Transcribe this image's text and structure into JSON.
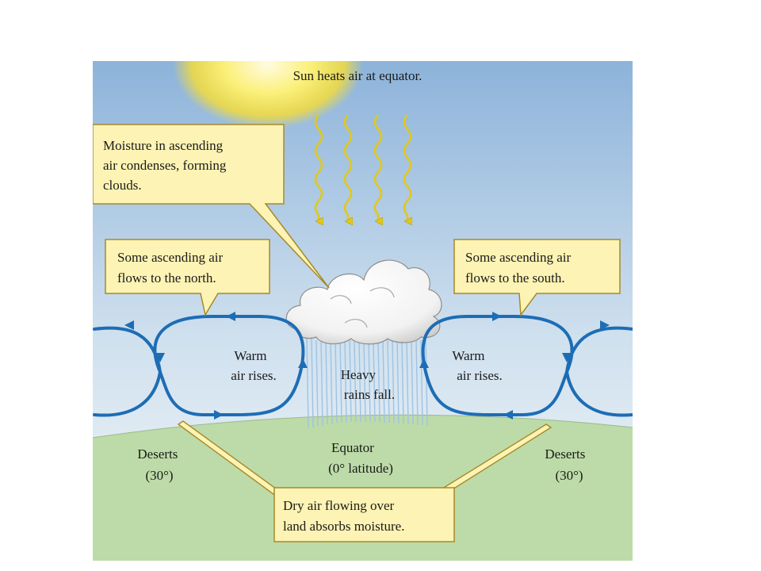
{
  "diagram": {
    "sun_label": "Sun heats air at equator.",
    "callouts": {
      "clouds": [
        "Moisture in ascending",
        "air condenses, forming",
        "clouds."
      ],
      "north": [
        "Some ascending air",
        "flows to the north."
      ],
      "south": [
        "Some ascending air",
        "flows to the south."
      ],
      "dry_air": [
        "Dry air flowing over",
        "land absorbs moisture."
      ]
    },
    "labels": {
      "warm_left": [
        "Warm",
        "air rises."
      ],
      "warm_right": [
        "Warm",
        "air rises."
      ],
      "rain": [
        "Heavy",
        "rains fall."
      ],
      "equator": [
        "Equator",
        "(0° latitude)"
      ],
      "deserts_left": [
        "Deserts",
        "(30°)"
      ],
      "deserts_right": [
        "Deserts",
        "(30°)"
      ]
    },
    "colors": {
      "sky_top": "#8fb4da",
      "sky_bottom": "#f1f6f9",
      "ground": "#bddba8",
      "callout_fill": "#fdf3b4",
      "callout_stroke": "#b09430",
      "circulation": "#1d6db5",
      "sun": "#f6e24a",
      "rays": "#d9c21a",
      "rain": "#9fc3e2"
    }
  }
}
